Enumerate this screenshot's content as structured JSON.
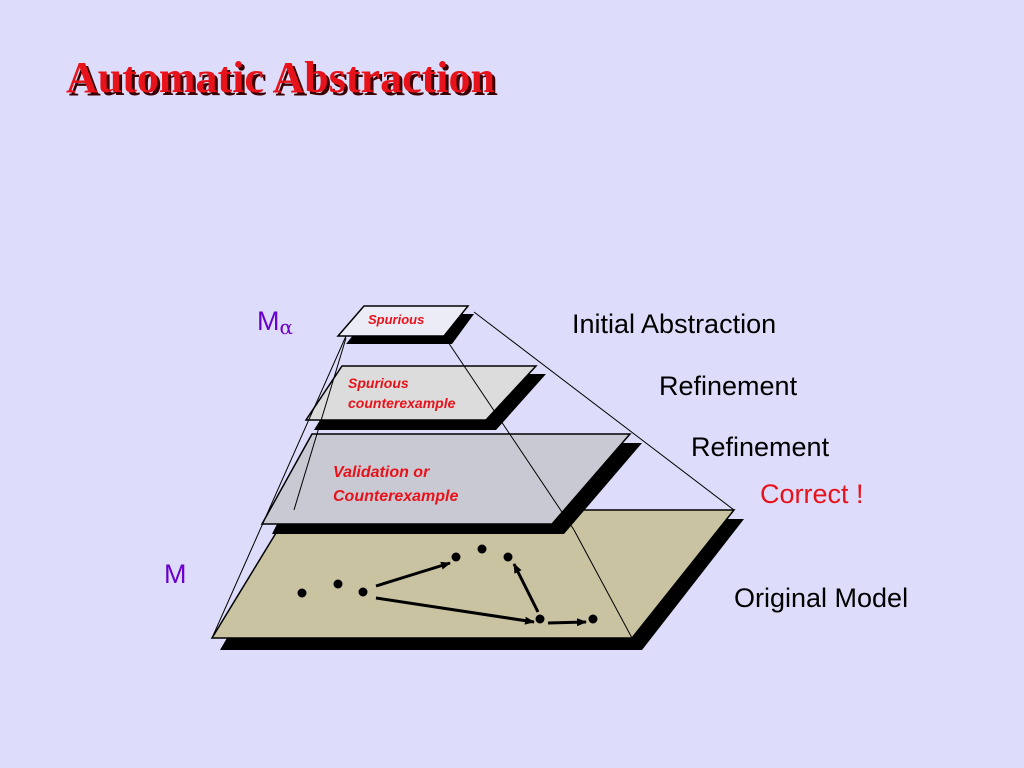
{
  "title": "Automatic Abstraction",
  "labels": {
    "m_alpha_base": "M",
    "m_alpha_sub": "α",
    "m": "M",
    "initial_abstraction": "Initial Abstraction",
    "refinement_1": "Refinement",
    "refinement_2": "Refinement",
    "correct": "Correct !",
    "original_model": "Original Model"
  },
  "layers": {
    "top": {
      "lines": [
        "Spurious"
      ]
    },
    "second": {
      "lines": [
        "Spurious",
        "counterexample"
      ]
    },
    "third": {
      "lines": [
        "Validation or",
        "Counterexample"
      ]
    }
  },
  "colors": {
    "background": "#ddddfb",
    "title": "#e8121a",
    "accent_red": "#e8121a",
    "m_label": "#6a00cc",
    "base_layer": "#c9c3a2",
    "third_layer": "#c9c9d3",
    "second_layer": "#dcdcdc",
    "top_layer": "#ececf6"
  }
}
